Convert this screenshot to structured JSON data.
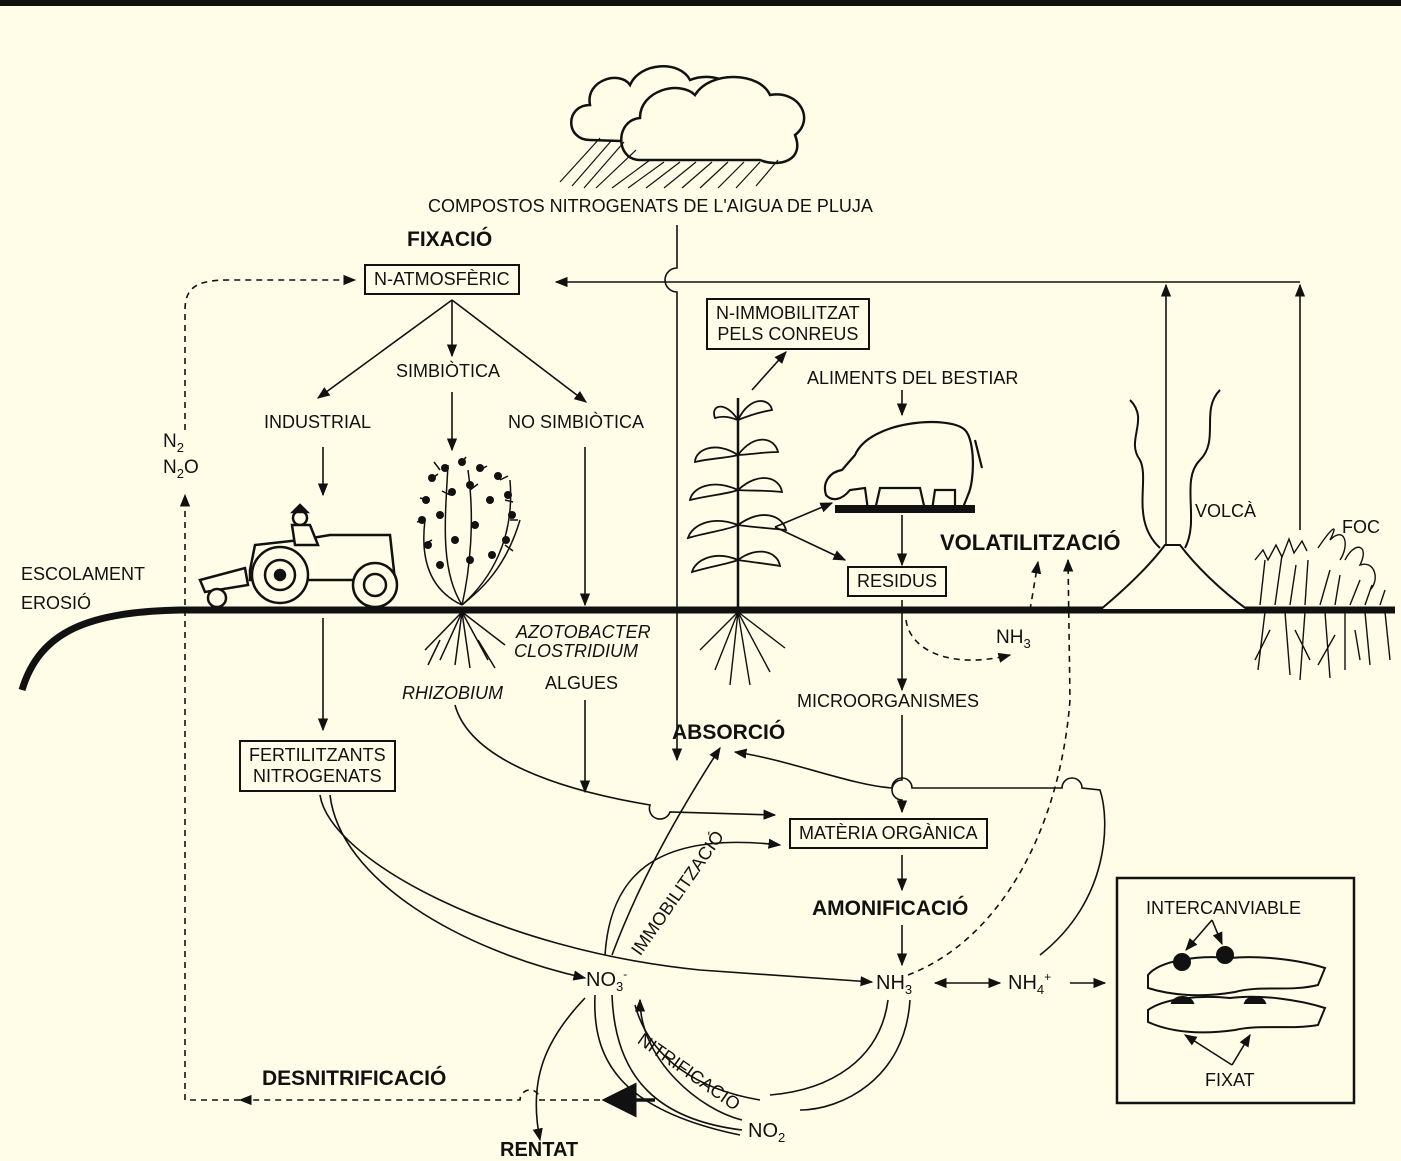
{
  "diagram": {
    "rain_label": "COMPOSTOS NITROGENATS DE L'AIGUA DE PLUJA",
    "fixation": "FIXACIÓ",
    "n_atmospheric": "N-ATMOSFÈRIC",
    "industrial": "INDUSTRIAL",
    "symbiotic": "SIMBIÒTICA",
    "non_symbiotic": "NO SIMBIÒTICA",
    "n2": "N",
    "n2_sub": "2",
    "n2o": "N",
    "n2o_sub": "2",
    "n2o_tail": "O",
    "runoff": "ESCOLAMENT",
    "erosion": "EROSIÓ",
    "azotobacter": "AZOTOBACTER",
    "clostridium": "CLOSTRIDIUM",
    "rhizobium": "RHIZOBIUM",
    "algae": "ALGUES",
    "fertilizers_1": "FERTILITZANTS",
    "fertilizers_2": "NITROGENATS",
    "n_immobilized_1": "N-IMMOBILITZAT",
    "n_immobilized_2": "PELS CONREUS",
    "livestock_food": "ALIMENTS DEL BESTIAR",
    "residues": "RESIDUS",
    "volatilization": "VOLATILITZACIÓ",
    "volcano": "VOLCÀ",
    "fire": "FOC",
    "nh3_top": "NH",
    "nh3_top_sub": "3",
    "microorganisms": "MICROORGANISMES",
    "absorption": "ABSORCIÓ",
    "organic_matter": "MATÈRIA ORGÀNICA",
    "immobilization": "IMMOBILITZACIÓ",
    "ammonification": "AMONIFICACIÓ",
    "no3": "NO",
    "no3_sub": "3",
    "no3_sup": "-",
    "nh3": "NH",
    "nh3_sub": "3",
    "nh4": "NH",
    "nh4_sub": "4",
    "nh4_sup": "+",
    "exchangeable": "INTERCANVIABLE",
    "fixed": "FIXAT",
    "nitrification": "NITRIFICACIÓ",
    "no2": "NO",
    "no2_sub": "2",
    "denitrification": "DESNITRIFICACIÓ",
    "leaching": "RENTAT"
  }
}
